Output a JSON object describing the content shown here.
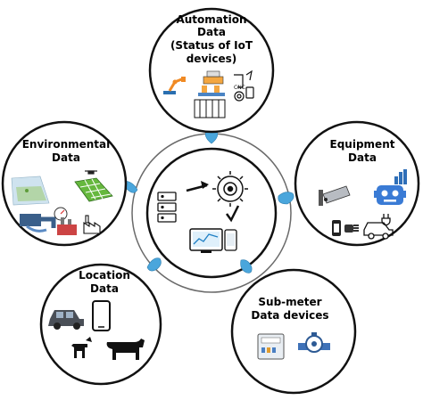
{
  "nodes": {
    "automation": {
      "lines": [
        "Automation",
        "Data",
        "(Status of IoT",
        "devices)"
      ]
    },
    "equipment": {
      "lines": [
        "Equipment",
        "Data"
      ]
    },
    "environmental": {
      "lines": [
        "Environmental",
        "Data"
      ]
    },
    "location": {
      "lines": [
        "Location",
        "Data"
      ]
    },
    "submeter": {
      "lines": [
        "Sub-meter",
        "Data devices"
      ]
    }
  },
  "colors": {
    "connector": "#4aa6dc",
    "outline": "#111111",
    "ring": "#666666"
  }
}
